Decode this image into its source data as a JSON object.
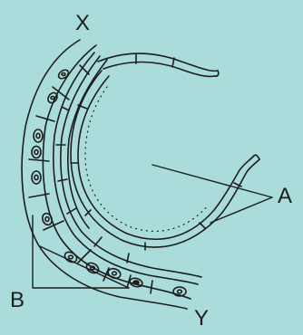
{
  "diagram": {
    "labels": {
      "x": "X",
      "a": "A",
      "b": "B",
      "y": "Y"
    },
    "colors": {
      "background": "#a9dcda",
      "ink": "#1d1d1d"
    }
  }
}
